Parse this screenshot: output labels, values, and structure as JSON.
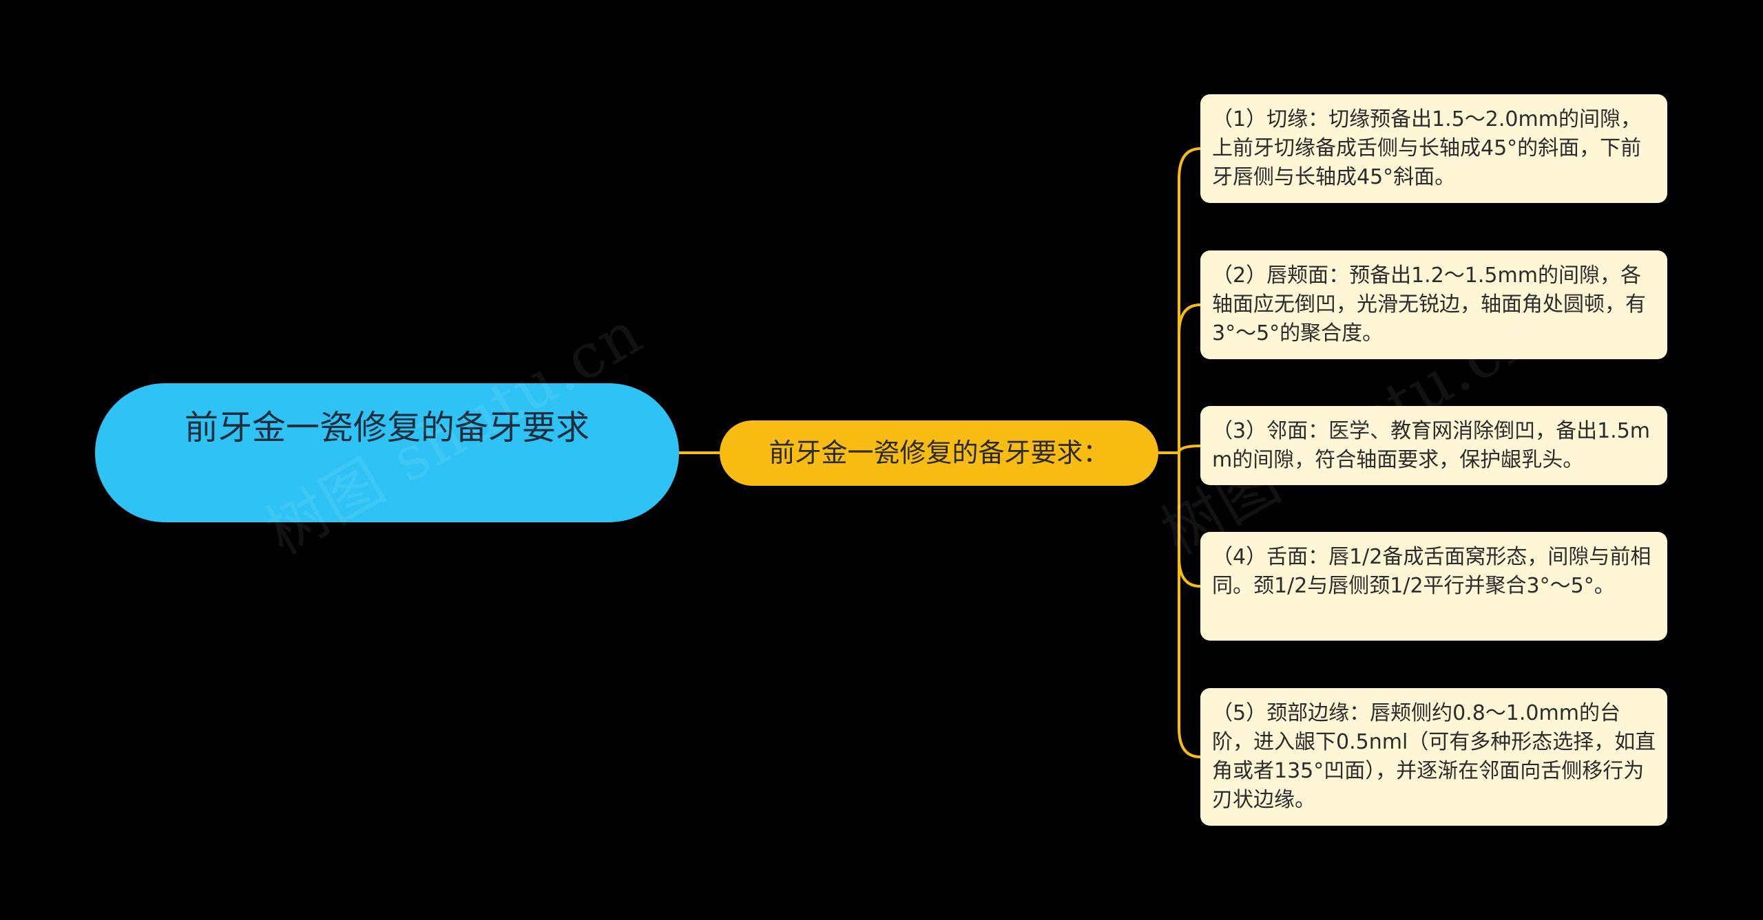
{
  "mindmap": {
    "root": {
      "label": "前牙金一瓷修复的备牙要求",
      "color": "#2EC3F4"
    },
    "branch": {
      "label": "前牙金一瓷修复的备牙要求：",
      "color": "#F9BC13"
    },
    "leaves": [
      {
        "text": "（1）切缘：切缘预备出1.5～2.0mm的间隙，上前牙切缘备成舌侧与长轴成45°的斜面，下前牙唇侧与长轴成45°斜面。"
      },
      {
        "text": "（2）唇颊面：预备出1.2～1.5mm的间隙，各轴面应无倒凹，光滑无锐边，轴面角处圆顿，有3°～5°的聚合度。"
      },
      {
        "text": "（3）邻面：医学、教育网消除倒凹，备出1.5mm的间隙，符合轴面要求，保护龈乳头。"
      },
      {
        "text": "（4）舌面：唇1/2备成舌面窝形态，间隙与前相同。颈1/2与唇侧颈1/2平行并聚合3°～5°。"
      },
      {
        "text": "（5）颈部边缘：唇颊侧约0.8～1.0mm的台阶，进入龈下0.5nml（可有多种形态选择，如直角或者135°凹面），并逐渐在邻面向舌侧移行为刃状边缘。"
      }
    ],
    "leaf_color": "#FFF6D6",
    "connector_color": "#F9BC13"
  },
  "watermark": {
    "text": "树图 shutu.cn"
  }
}
